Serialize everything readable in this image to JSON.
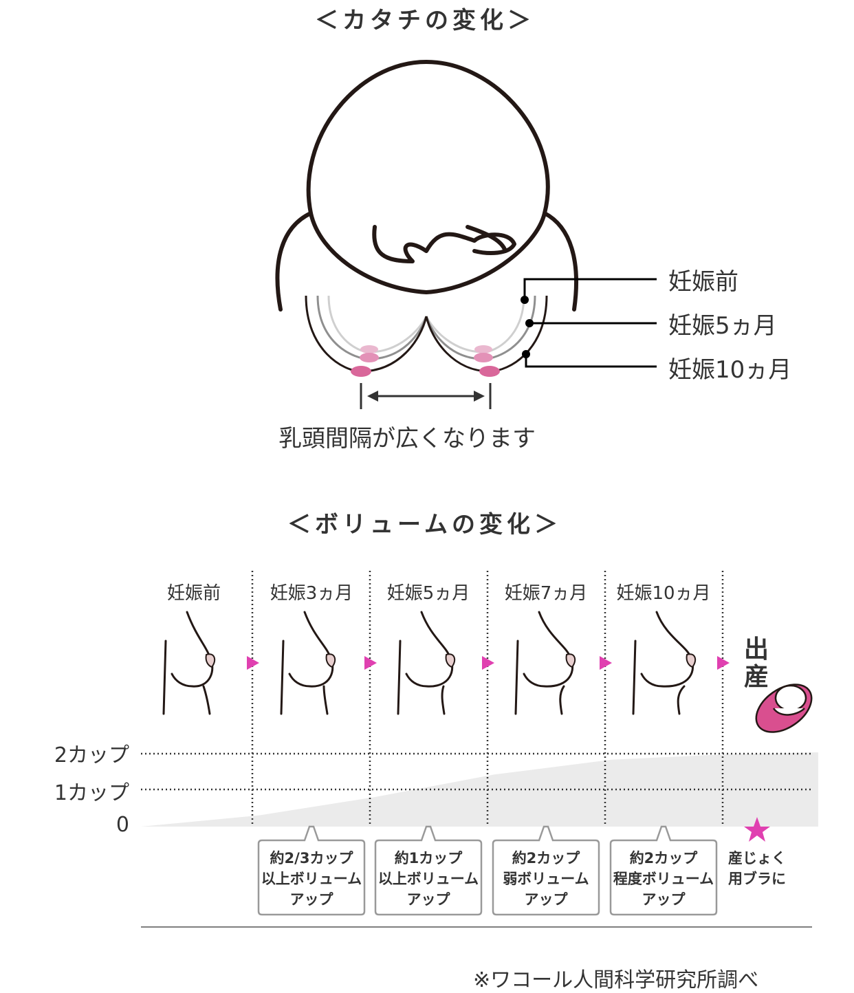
{
  "shape_section": {
    "title": "＜カタチの変化＞",
    "legend": [
      "妊娠前",
      "妊娠5ヵ月",
      "妊娠10ヵ月"
    ],
    "caption": "乳頭間隔が広くなります"
  },
  "volume_section": {
    "title": "＜ボリュームの変化＞",
    "columns": [
      "妊娠前",
      "妊娠3ヵ月",
      "妊娠5ヵ月",
      "妊娠7ヵ月",
      "妊娠10ヵ月"
    ],
    "birth_label": "出産",
    "callouts": [
      [
        "約2/3カップ",
        "以上ボリューム",
        "アップ"
      ],
      [
        "約1カップ",
        "以上ボリューム",
        "アップ"
      ],
      [
        "約2カップ",
        "弱ボリューム",
        "アップ"
      ],
      [
        "約2カップ",
        "程度ボリューム",
        "アップ"
      ]
    ],
    "postpartum": [
      "産じょく",
      "用ブラに"
    ],
    "colors": {
      "accent": "#e040b0",
      "fill": "#ebebeb",
      "nipple": "#d96a9a",
      "baby": "#d94f8f"
    }
  },
  "chart_data": {
    "type": "area",
    "categories": [
      "妊娠前",
      "妊娠3ヵ月",
      "妊娠5ヵ月",
      "妊娠7ヵ月",
      "妊娠10ヵ月",
      "出産"
    ],
    "x": [
      0,
      1,
      2,
      3,
      4,
      5,
      5.76
    ],
    "values": [
      0,
      0.3,
      0.8,
      1.4,
      1.8,
      1.95,
      2.0
    ],
    "yticks": [
      "0",
      "1カップ",
      "2カップ"
    ],
    "ylim": [
      0,
      2
    ]
  },
  "footnote": "※ワコール人間科学研究所調べ"
}
